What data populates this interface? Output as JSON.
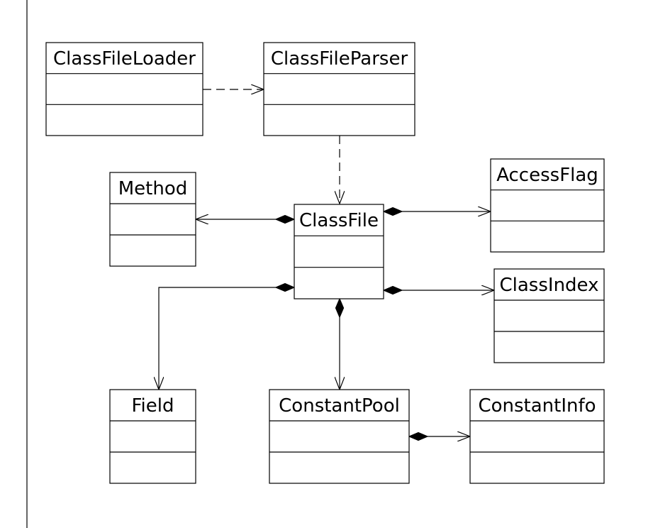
{
  "classes": [
    {
      "id": "classfileloader",
      "name": "ClassFileLoader"
    },
    {
      "id": "classfileparser",
      "name": "ClassFileParser"
    },
    {
      "id": "method",
      "name": "Method"
    },
    {
      "id": "classfile",
      "name": "ClassFile"
    },
    {
      "id": "accessflag",
      "name": "AccessFlag"
    },
    {
      "id": "classindex",
      "name": "ClassIndex"
    },
    {
      "id": "field",
      "name": "Field"
    },
    {
      "id": "constantpool",
      "name": "ConstantPool"
    },
    {
      "id": "constantinfo",
      "name": "ConstantInfo"
    }
  ],
  "relations": [
    {
      "from": "classfileloader",
      "to": "classfileparser",
      "type": "dependency"
    },
    {
      "from": "classfileparser",
      "to": "classfile",
      "type": "dependency"
    },
    {
      "from": "classfile",
      "to": "method",
      "type": "composition"
    },
    {
      "from": "classfile",
      "to": "accessflag",
      "type": "composition"
    },
    {
      "from": "classfile",
      "to": "field",
      "type": "composition"
    },
    {
      "from": "classfile",
      "to": "classindex",
      "type": "composition"
    },
    {
      "from": "classfile",
      "to": "constantpool",
      "type": "composition"
    },
    {
      "from": "constantpool",
      "to": "constantinfo",
      "type": "composition"
    }
  ]
}
